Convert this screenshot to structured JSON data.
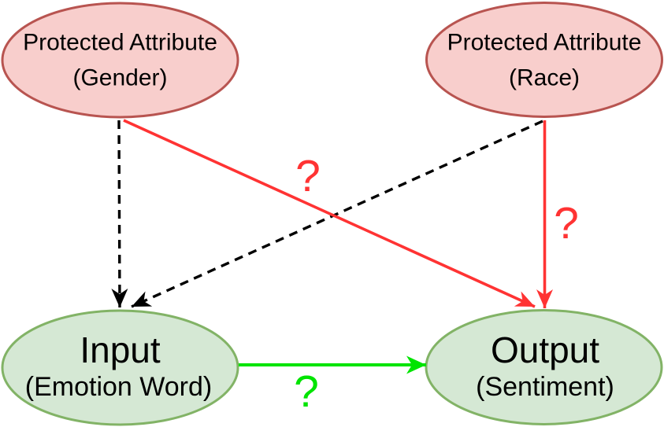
{
  "diagram": {
    "background": "#FFFFFF",
    "nodes": [
      {
        "id": "protected-gender",
        "line1": "Protected Attribute",
        "line2": "(Gender)",
        "fill": "#F8CECC",
        "stroke": "#B85450"
      },
      {
        "id": "protected-race",
        "line1": "Protected Attribute",
        "line2": "(Race)",
        "fill": "#F8CECC",
        "stroke": "#B85450"
      },
      {
        "id": "input",
        "line1": "Input",
        "line2": "(Emotion Word)",
        "fill": "#D5E8D4",
        "stroke": "#82B366"
      },
      {
        "id": "output",
        "line1": "Output",
        "line2": "(Sentiment)",
        "fill": "#D5E8D4",
        "stroke": "#82B366"
      }
    ],
    "edges": [
      {
        "from": "protected-gender",
        "to": "input",
        "style": "dashed",
        "color": "#000000",
        "label": ""
      },
      {
        "from": "protected-race",
        "to": "input",
        "style": "dashed",
        "color": "#000000",
        "label": ""
      },
      {
        "from": "protected-gender",
        "to": "output",
        "style": "solid",
        "color": "#FF3333",
        "label": "?"
      },
      {
        "from": "protected-race",
        "to": "output",
        "style": "solid",
        "color": "#FF3333",
        "label": "?"
      },
      {
        "from": "input",
        "to": "output",
        "style": "solid",
        "color": "#00E400",
        "label": "?"
      }
    ]
  }
}
